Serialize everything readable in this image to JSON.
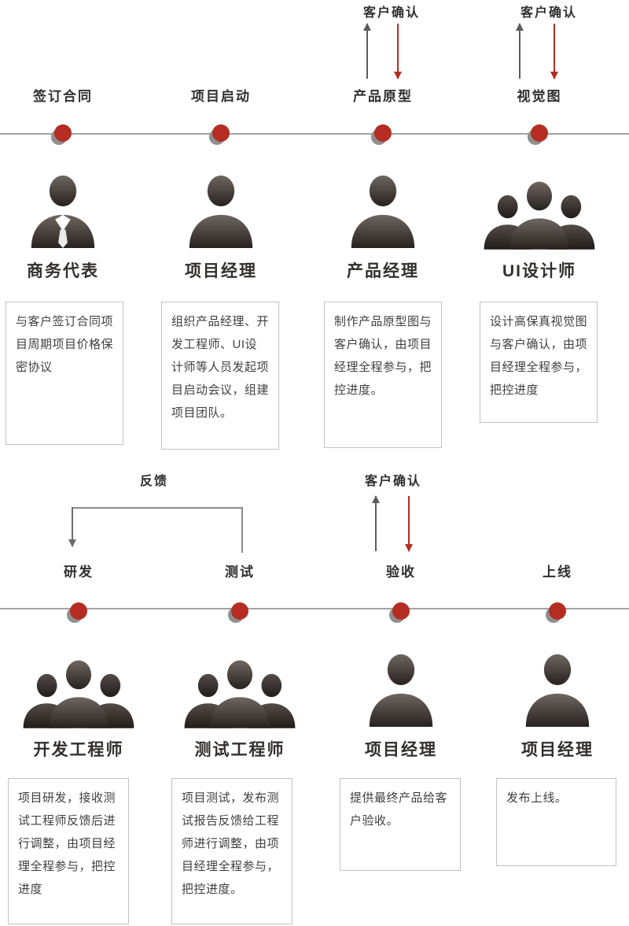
{
  "labels": {
    "customer_confirm": "客户确认",
    "feedback": "反馈"
  },
  "colors": {
    "accent_red": "#b52d22",
    "silhouette": "#3a3331",
    "timeline_gray": "#a3a3a3",
    "box_border": "#c2c2c2"
  },
  "stages_top": [
    {
      "label": "签订合同",
      "role": "商务代表",
      "icon": "person-tie",
      "desc": "与客户签订合同项目周期项目价格保密协议"
    },
    {
      "label": "项目启动",
      "role": "项目经理",
      "icon": "person",
      "desc": "组织产品经理、开发工程师、UI设计师等人员发起项目启动会议，组建项目团队。"
    },
    {
      "label": "产品原型",
      "role": "产品经理",
      "icon": "person",
      "customer_confirm": true,
      "desc": "制作产品原型图与客户确认，由项目经理全程参与，把控进度。"
    },
    {
      "label": "视觉图",
      "role": "UI设计师",
      "icon": "team",
      "customer_confirm": true,
      "desc": "设计高保真视觉图与客户确认，由项目经理全程参与，把控进度"
    }
  ],
  "stages_bottom": [
    {
      "label": "研发",
      "role": "开发工程师",
      "icon": "team",
      "feedback_target": true,
      "desc": "项目研发，接收测试工程师反馈后进行调整，由项目经理全程参与，把控进度"
    },
    {
      "label": "测试",
      "role": "测试工程师",
      "icon": "team",
      "feedback_source": true,
      "desc": "项目测试，发布测试报告反馈给工程师进行调整，由项目经理全程参与，把控进度。"
    },
    {
      "label": "验收",
      "role": "项目经理",
      "icon": "person",
      "customer_confirm": true,
      "desc": "提供最终产品给客户验收。"
    },
    {
      "label": "上线",
      "role": "项目经理",
      "icon": "person",
      "desc": "发布上线。"
    }
  ]
}
